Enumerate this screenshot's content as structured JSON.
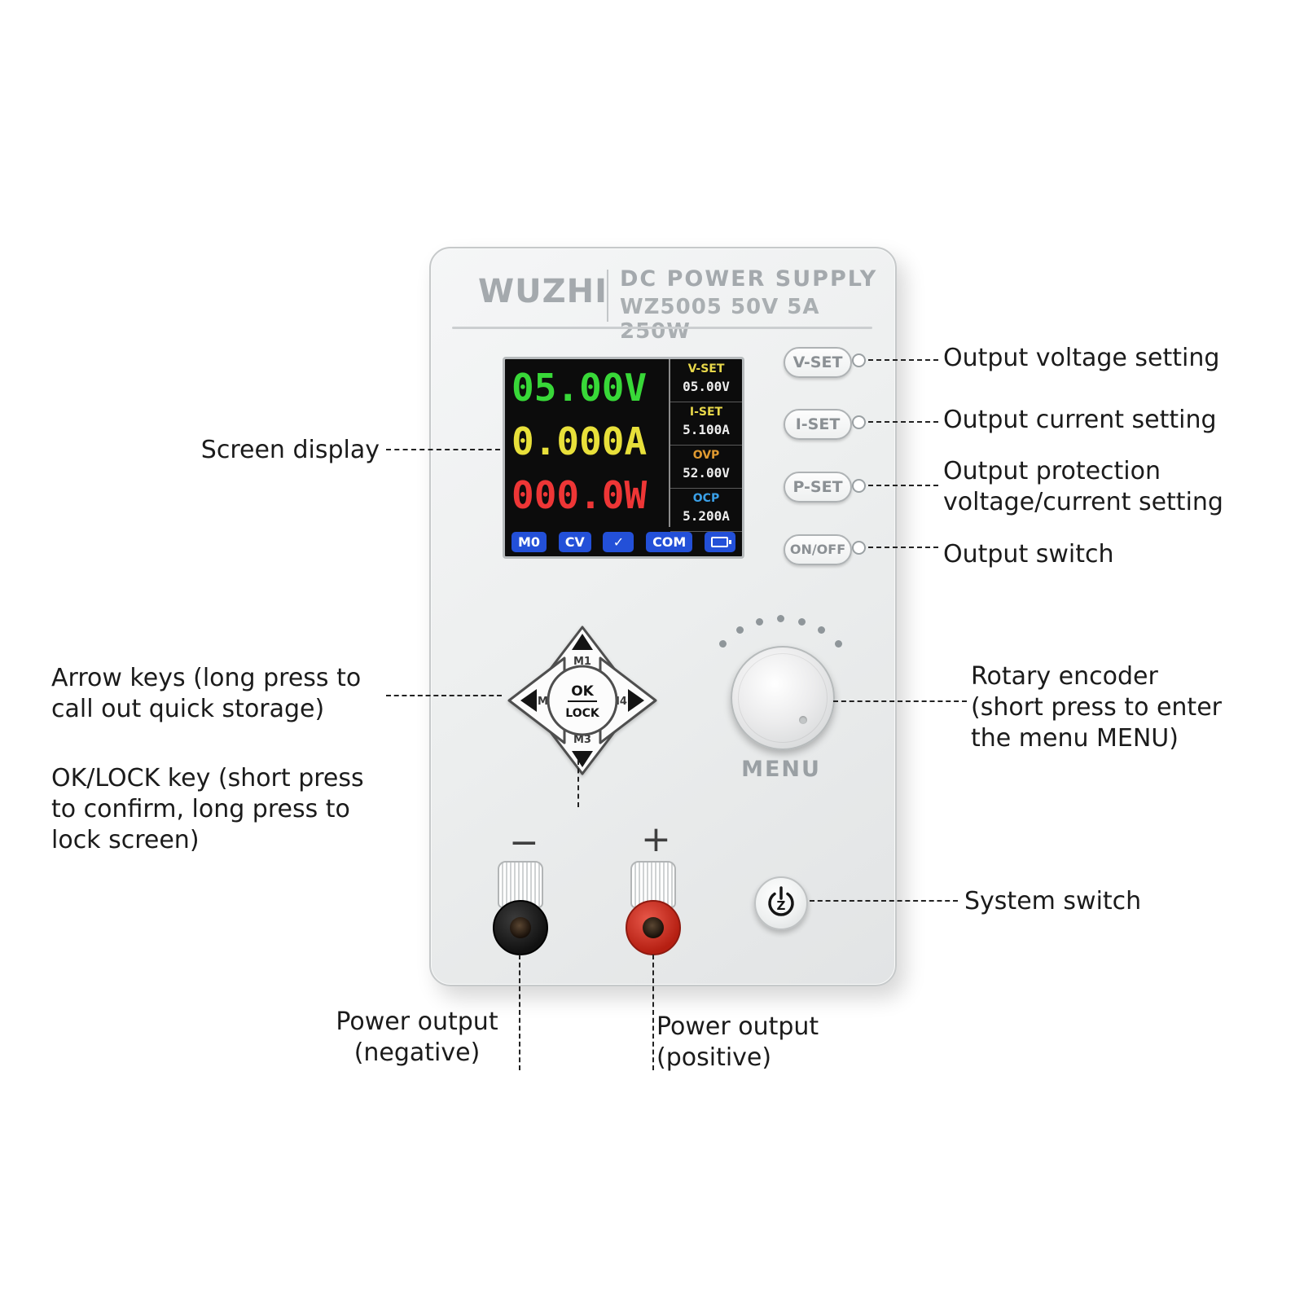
{
  "device": {
    "brand": "WUZHI",
    "title": "DC POWER SUPPLY",
    "model": "WZ5005  50V 5A 250W",
    "screen": {
      "voltage": "05.00V",
      "current": "0.000A",
      "power": "000.0W",
      "side_rows": [
        {
          "label": "V-SET",
          "value": "05.00V"
        },
        {
          "label": "I-SET",
          "value": "5.100A"
        },
        {
          "label": "OVP",
          "value": "52.00V"
        },
        {
          "label": "OCP",
          "value": "5.200A"
        }
      ],
      "status": [
        "M0",
        "CV",
        "✓",
        "COM"
      ]
    },
    "side_buttons": {
      "vset": "V-SET",
      "iset": "I-SET",
      "pset": "P-SET",
      "onoff": "ON/OFF"
    },
    "dpad": {
      "up": "M1",
      "left": "M2",
      "right": "M4",
      "down": "M3",
      "ok": "OK",
      "lock": "LOCK"
    },
    "menu_label": "MENU",
    "terminals": {
      "negative": "−",
      "positive": "+"
    },
    "system_switch_letter": "Z"
  },
  "annotations": {
    "screen_display": "Screen display",
    "output_voltage": "Output voltage setting",
    "output_current": "Output current setting",
    "output_protection": "Output protection\nvoltage/current setting",
    "output_switch": "Output switch",
    "arrow_keys": "Arrow keys (long press to\ncall out quick storage)",
    "ok_lock": "OK/LOCK key (short press\nto confirm, long press to\nlock screen)",
    "rotary_encoder": "Rotary encoder\n(short press to enter\nthe menu MENU)",
    "system_switch": "System switch",
    "power_negative": "Power output\n(negative)",
    "power_positive": "Power output\n(positive)"
  },
  "colors": {
    "screen_voltage": "#38d838",
    "screen_current": "#e8e03a",
    "screen_power": "#ee3636",
    "side_label_vset": "#e8d84a",
    "side_label_iset": "#e8d84a",
    "side_label_ovp": "#e09a30",
    "side_label_ocp": "#3aa0e8",
    "badge_blue": "#2350d8"
  }
}
